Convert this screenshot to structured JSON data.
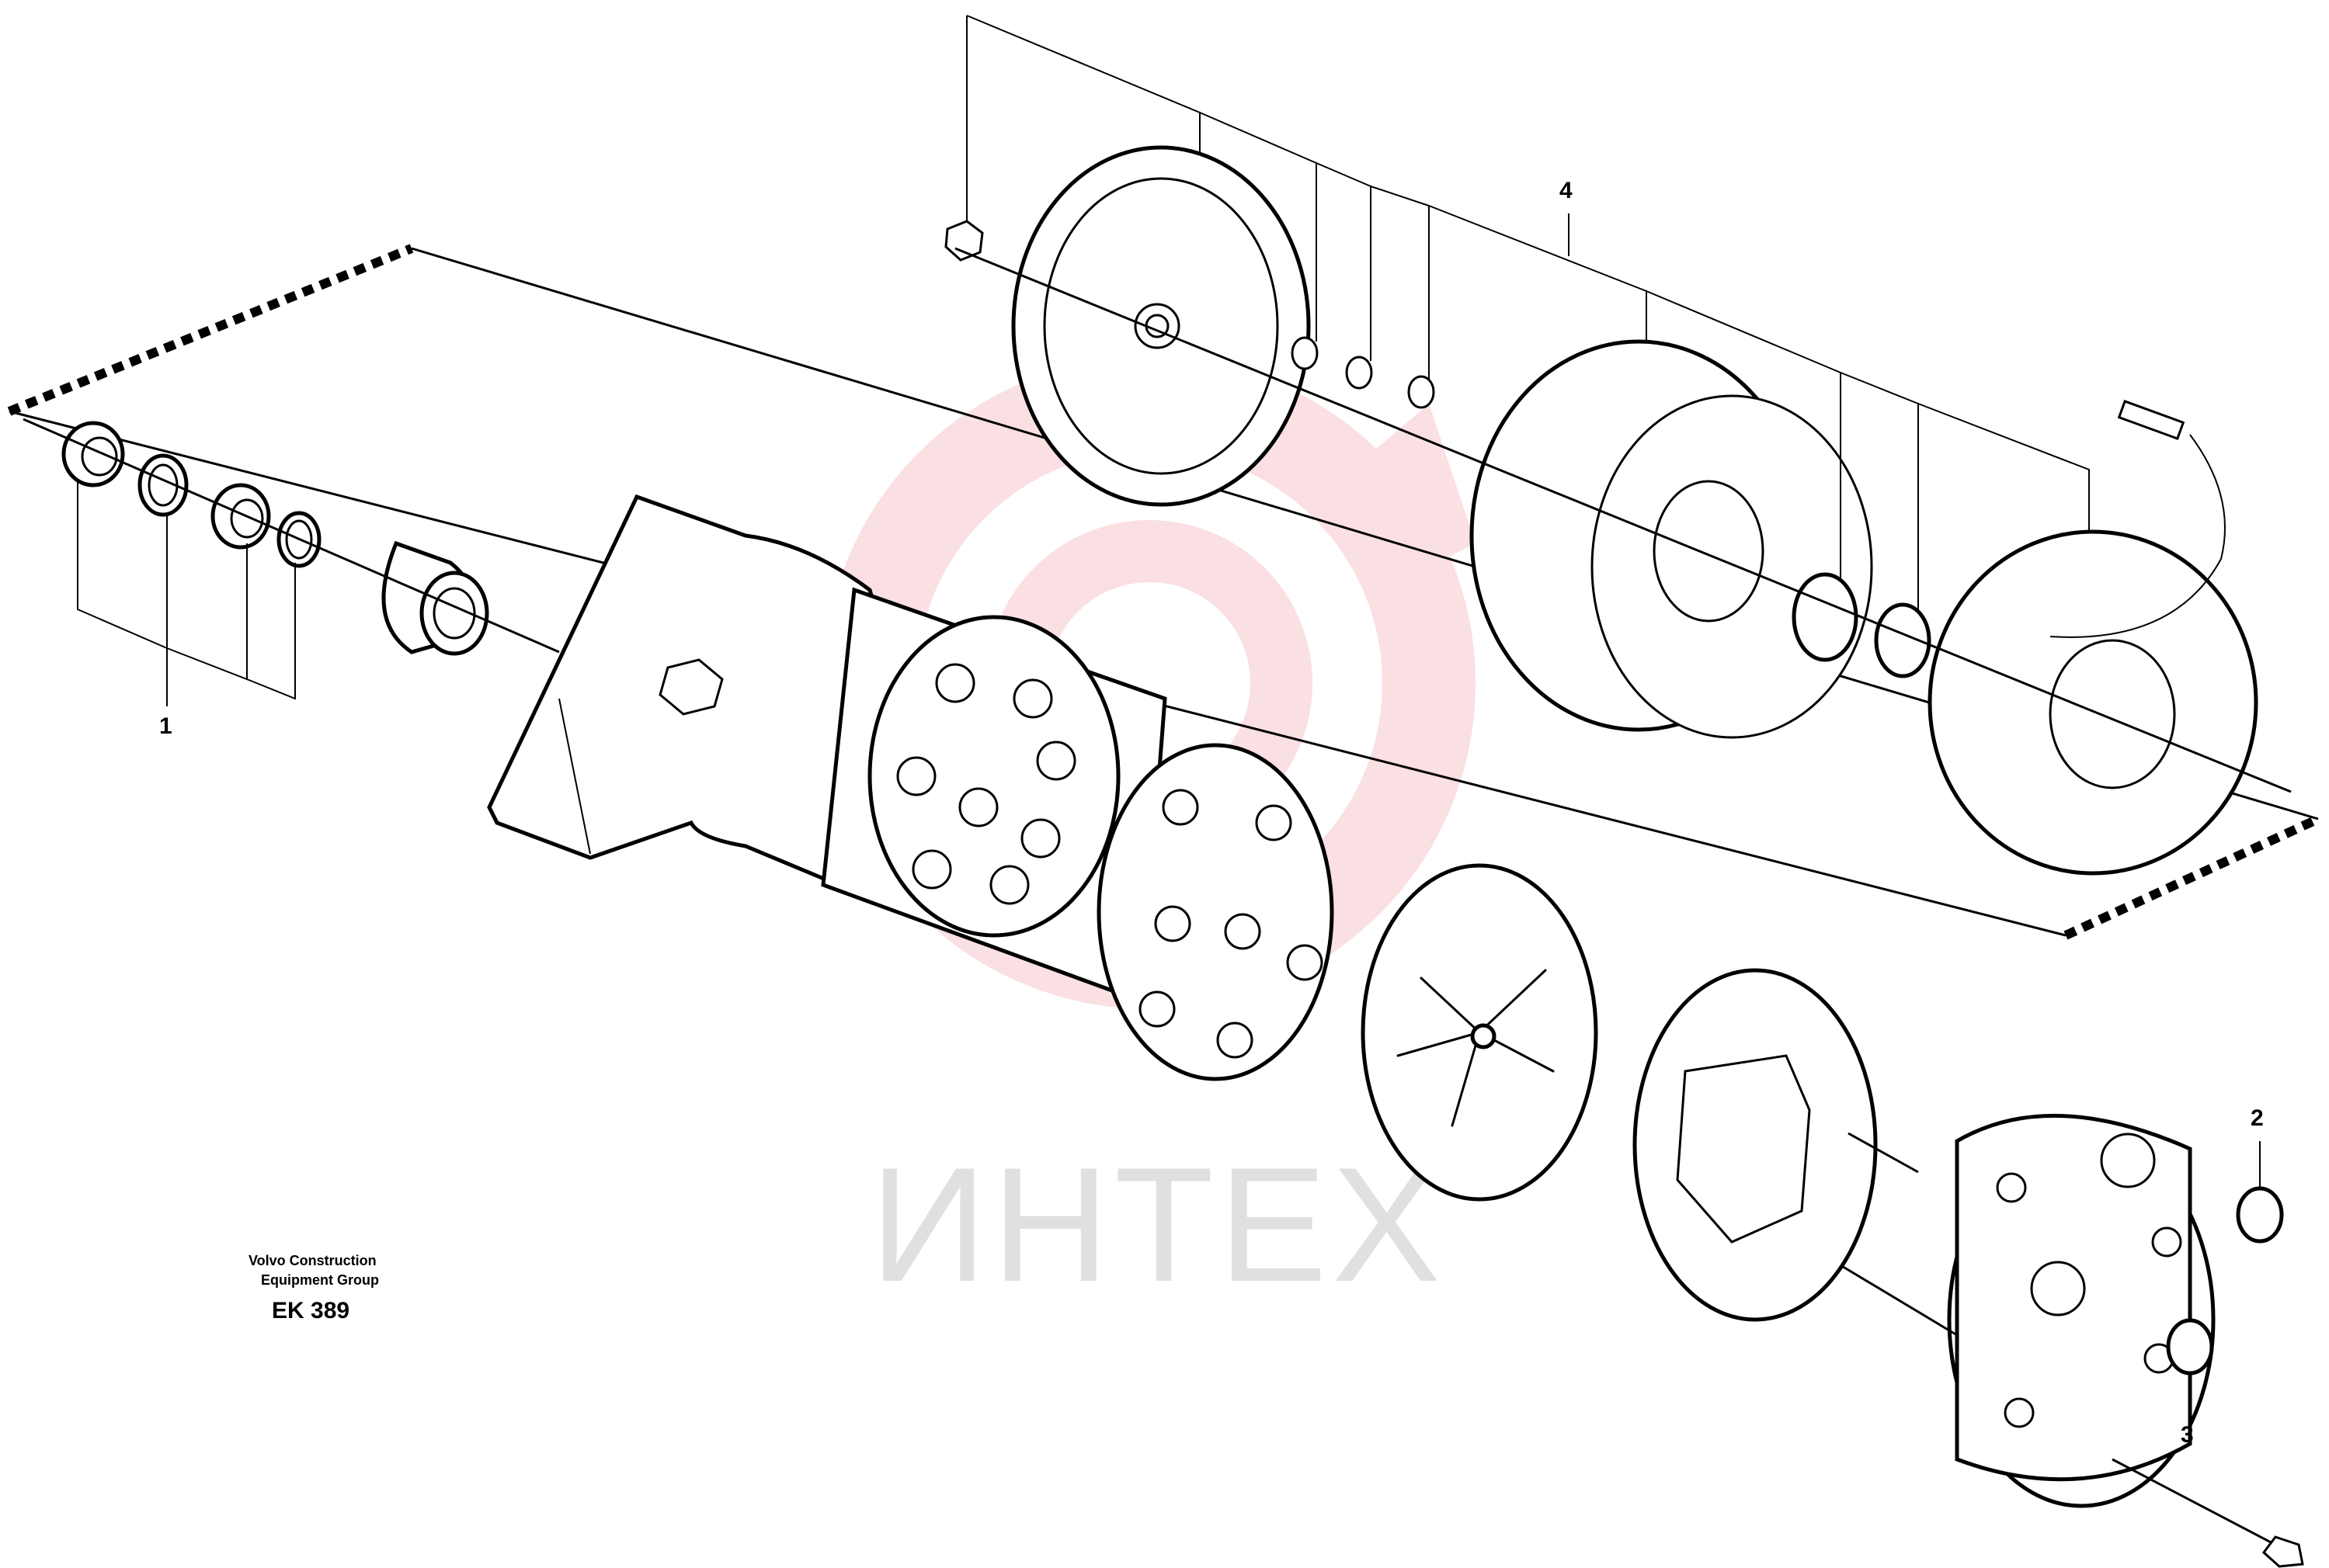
{
  "diagram": {
    "callouts": [
      "1",
      "2",
      "3",
      "4"
    ],
    "caption": {
      "line1": "Volvo Construction",
      "line2": "Equipment Group",
      "code": "EK 389"
    },
    "watermark": {
      "text": "ИНТЕХ",
      "color": "#f6c7cb"
    },
    "colors": {
      "line": "#000000",
      "background": "#ffffff"
    }
  }
}
